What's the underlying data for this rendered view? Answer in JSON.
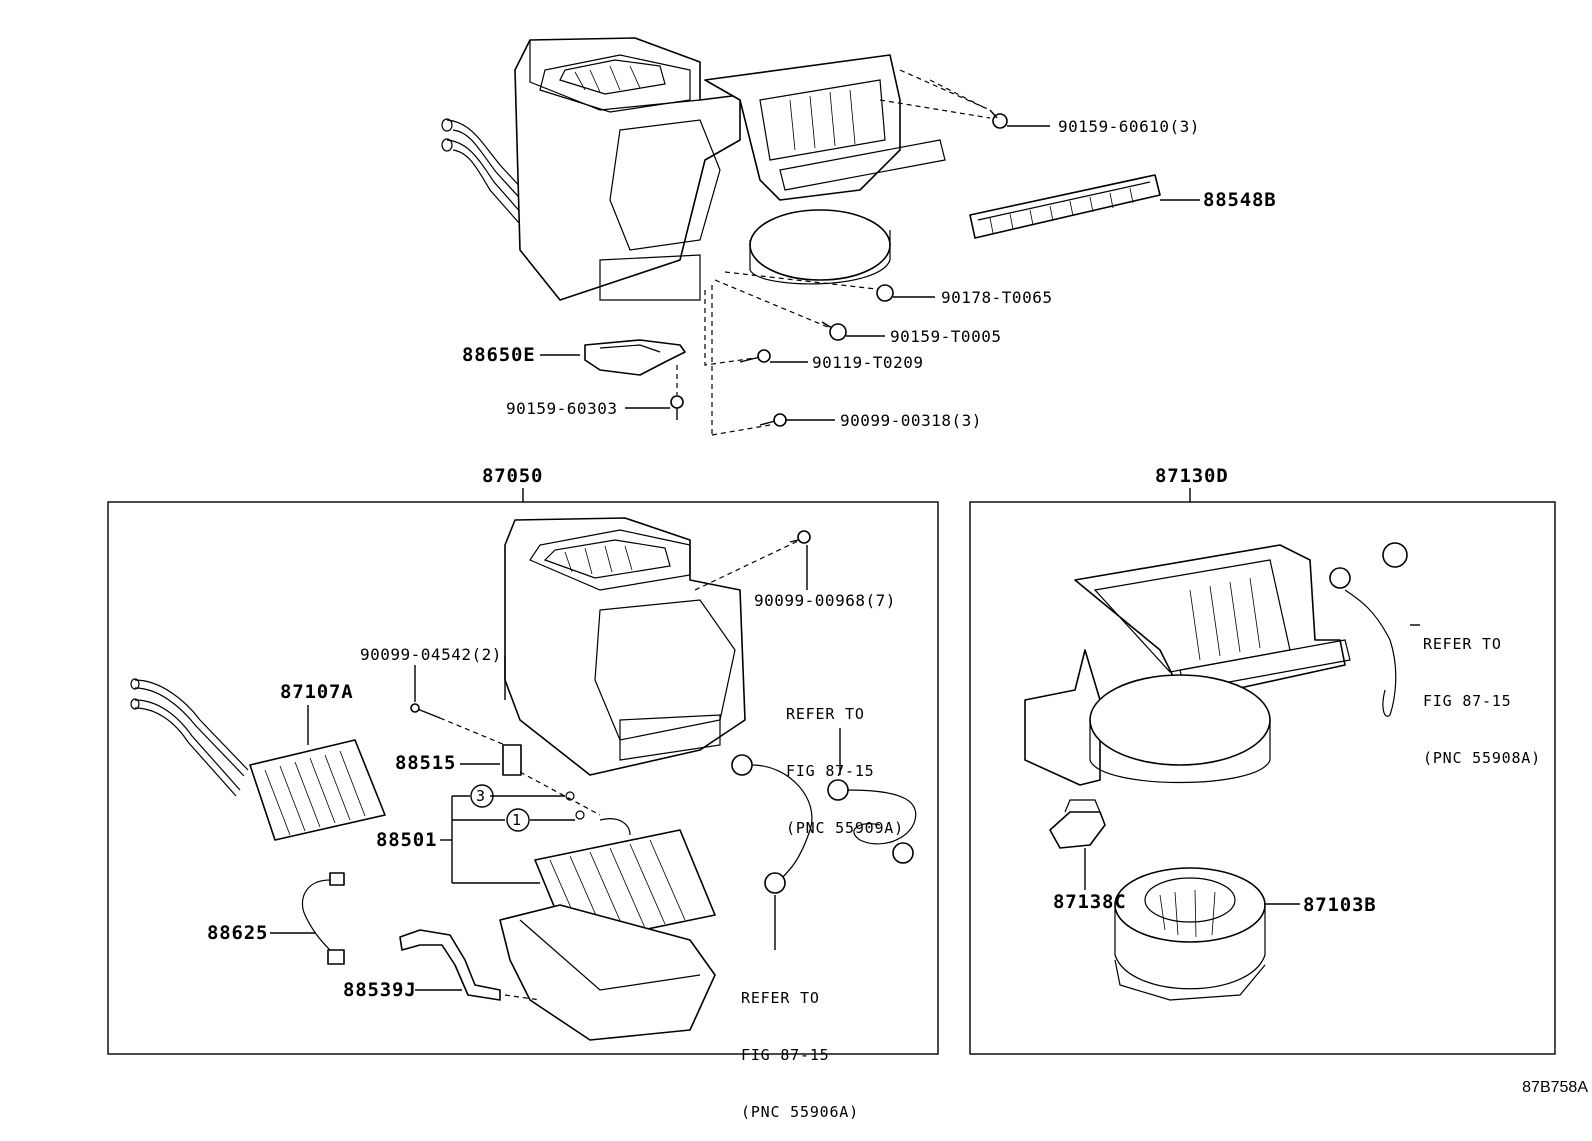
{
  "diagram_code": "87B758A",
  "top_assembly": {
    "labels": {
      "p90159_60610": "90159-60610(3)",
      "p88548B": "88548B",
      "p90178_T0065": "90178-T0065",
      "p90159_T0005": "90159-T0005",
      "p88650E": "88650E",
      "p90119_T0209": "90119-T0209",
      "p90159_60303": "90159-60303",
      "p90099_00318": "90099-00318(3)"
    }
  },
  "box_87050": {
    "title": "87050",
    "labels": {
      "p90099_00968": "90099-00968(7)",
      "p90099_04542": "90099-04542(2)",
      "p87107A": "87107A",
      "p88515": "88515",
      "p88501": "88501",
      "p88625": "88625",
      "p88539J": "88539J",
      "callout_3": "3",
      "callout_1": "1"
    },
    "refer_a": {
      "line1": "REFER TO",
      "line2": "FIG 87-15",
      "line3": "(PNC 55909A)"
    },
    "refer_b": {
      "line1": "REFER TO",
      "line2": "FIG 87-15",
      "line3": "(PNC 55906A)"
    }
  },
  "box_87130D": {
    "title": "87130D",
    "labels": {
      "p87138C": "87138C",
      "p87103B": "87103B"
    },
    "refer": {
      "line1": "REFER TO",
      "line2": "FIG 87-15",
      "line3": "(PNC 55908A)"
    }
  }
}
